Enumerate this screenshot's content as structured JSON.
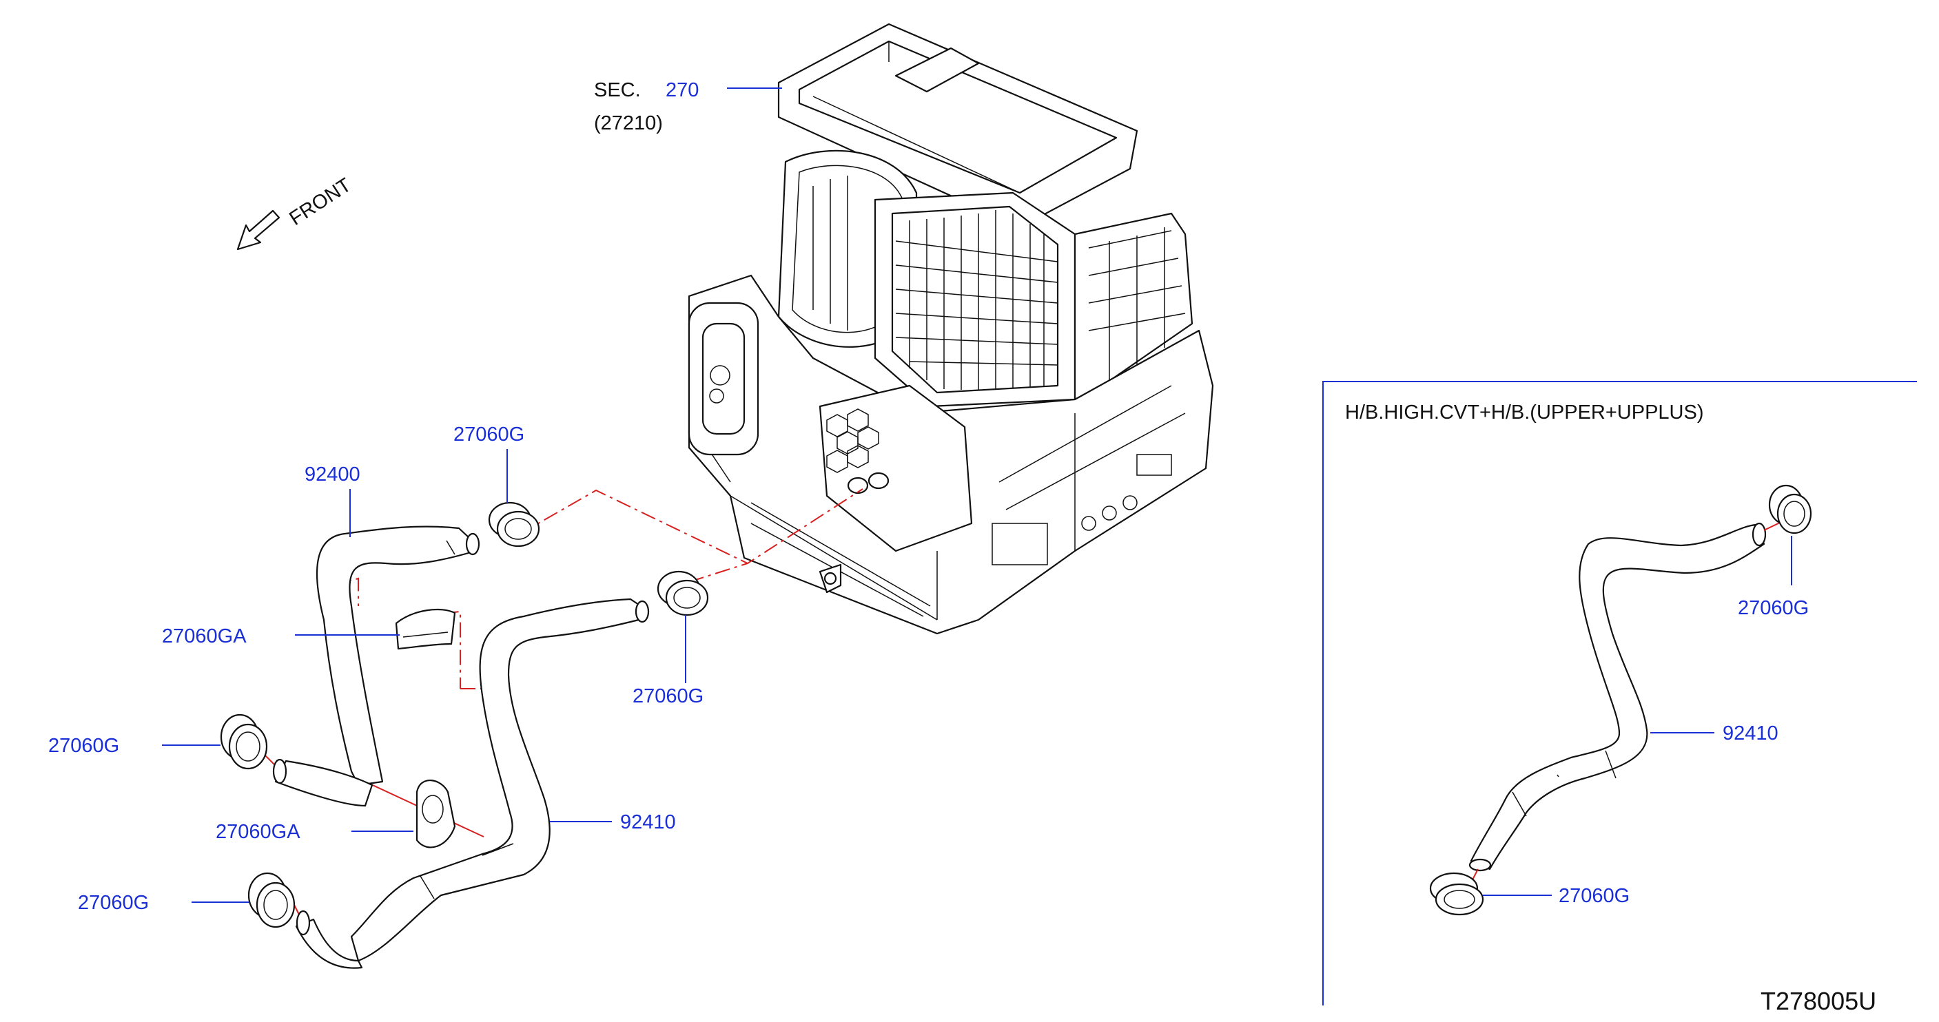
{
  "section_ref": {
    "prefix": "SEC.",
    "number": "270",
    "subassembly": "(27210)"
  },
  "direction": {
    "label": "FRONT",
    "icon": "front-arrow-icon"
  },
  "inset": {
    "title": "H/B.HIGH.CVT+H/B.(UPPER+UPPLUS)"
  },
  "callouts": {
    "hose_92400": "92400",
    "clamp_top": "27060G",
    "bracket_upper": "27060GA",
    "clamp_mid": "27060G",
    "clamp_left_upper": "27060G",
    "bracket_lower": "27060GA",
    "hose_92410": "92410",
    "clamp_left_lower": "27060G",
    "inset_clamp_top": "27060G",
    "inset_hose_92410": "92410",
    "inset_clamp_bottom": "27060G"
  },
  "diagram_code": "T278005U",
  "colors": {
    "callout_text": "#1a2fd6",
    "leader_line": "#1a2fd6",
    "center_line": "#d81f1f",
    "drawing_line": "#111111"
  }
}
